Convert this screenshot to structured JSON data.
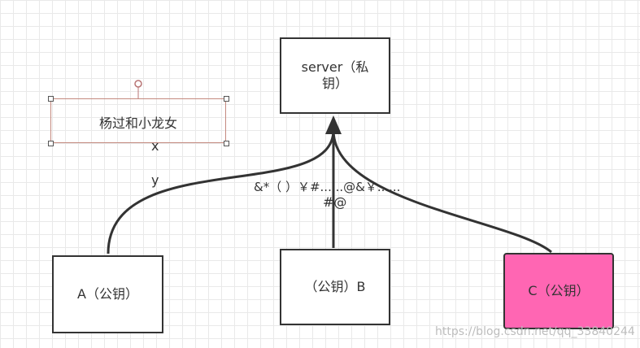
{
  "server": {
    "line1": "server（私",
    "line2": "钥）"
  },
  "a": {
    "label": "A（公钥）"
  },
  "b": {
    "label": "（公钥）B"
  },
  "c": {
    "label": "C（公钥）",
    "fill": "#ff66b3"
  },
  "selected_text": {
    "value": "杨过和小龙女"
  },
  "labels": {
    "x": "x",
    "y": "y",
    "cipher1": "&*（ ）￥#......@&￥......",
    "cipher2": "#@"
  },
  "watermark": "https://blog.csdn.net/qq_33840244"
}
